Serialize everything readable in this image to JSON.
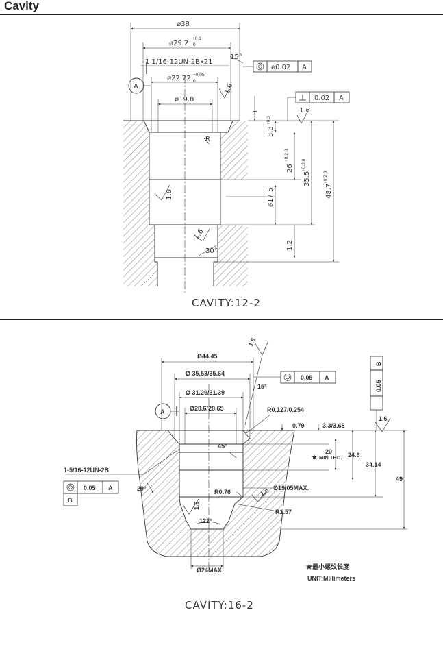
{
  "header": {
    "title": "Cavity"
  },
  "drawing_top": {
    "caption": "CAVITY:12-2",
    "datum": "A",
    "dim_od": "ø38",
    "dim_29": "ø29.2",
    "tol_29_up": "+0.1",
    "tol_29_dn": "0",
    "thread": "1 1/16-12UN-2Bx21",
    "angle_15": "15°",
    "dim_22": "ø22.22",
    "tol_22_up": "+0.05",
    "tol_22_dn": "0",
    "roughness_a": "1.6",
    "dim_198": "ø19.8",
    "fcf1_value": "ø0.02",
    "fcf1_ref": "A",
    "fcf2_value": "0.02",
    "fcf2_ref": "A",
    "roughness_b": "1.6",
    "dim_1": "1",
    "dim_33": "3.3",
    "tol_33": "+0.3",
    "dim_26": "26",
    "tol_26": "+0.2 0",
    "dim_355": "35.5",
    "tol_355": "+0.2 0",
    "dim_487": "48.7",
    "tol_487": "+0.2 0",
    "dim_175": "ø17.5",
    "roughness_c": "1.6",
    "roughness_d": "1.6",
    "dim_12": "1.2",
    "angle_30": "30°",
    "chamfer_r": "R"
  },
  "drawing_bottom": {
    "caption": "CAVITY:16-2",
    "datum_a": "A",
    "dim_4445": "Ø44.45",
    "dim_3553": "Ø 35.53/35.64",
    "dim_3129": "Ø 31.29/31.39",
    "dim_286": "Ø28.6/28.65",
    "roughness_top": "1.6",
    "fcf_top_value": "0.05",
    "fcf_top_ref": "A",
    "angle_15": "15°",
    "radius_0127": "R0.127/0.254",
    "dim_079": "0.79",
    "dim_33": "3.3/3.68",
    "angle_45": "45°",
    "dim_20": "20",
    "min_thd": "MIN.THD.",
    "dim_246": "24.6",
    "dim_3414": "34.14",
    "dim_49": "49",
    "thread": "1-5/16-12UN-2B",
    "fcf_left_value": "0.05",
    "fcf_left_ref": "A",
    "datum_b": "B",
    "angle_29": "29°",
    "dim_1905": "Ø19.05MAX.",
    "radius_076": "R0.76",
    "roughness_mid": "1.6",
    "roughness_low": "1.6",
    "radius_157": "R1.57",
    "angle_122": "122°",
    "dim_24max": "Ø24MAX.",
    "note_cn": "★最小螺纹长度",
    "units": "UNIT:Millimeters",
    "fcf_right_ref": "B",
    "fcf_right_value": "0.05",
    "roughness_right": "1.6"
  }
}
